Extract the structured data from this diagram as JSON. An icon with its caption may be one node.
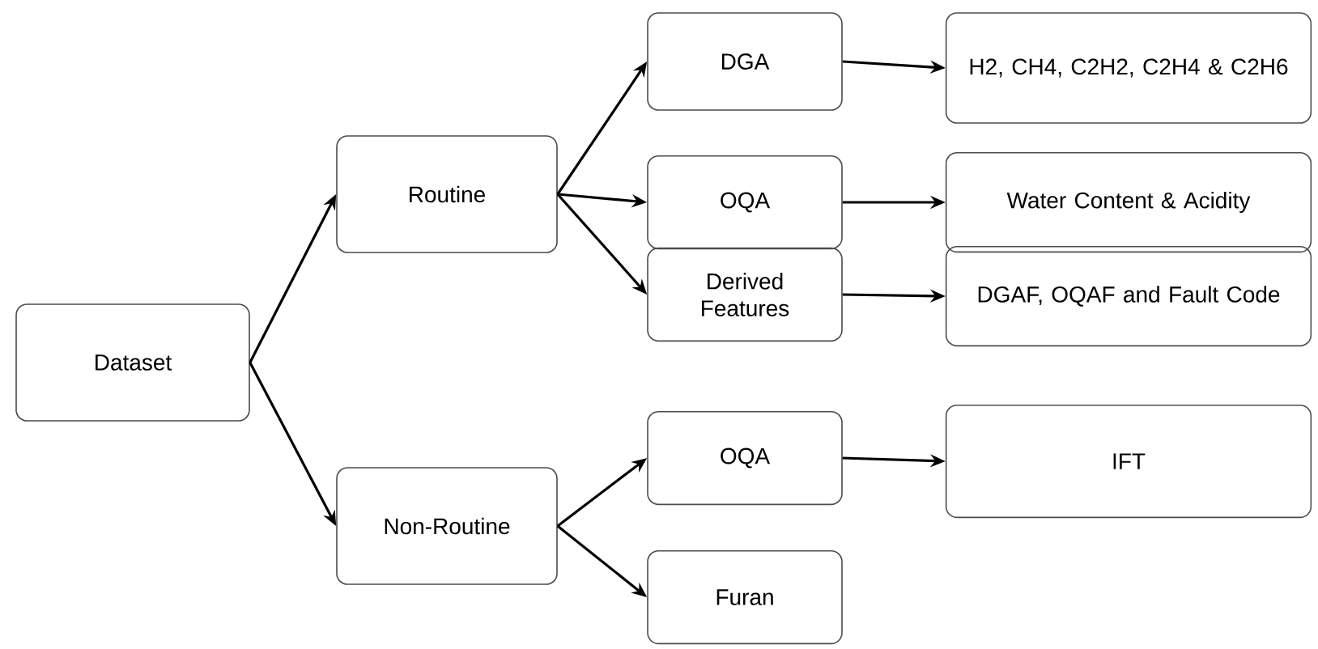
{
  "diagram": {
    "nodes": [
      {
        "text": [
          "Dataset"
        ]
      },
      {
        "text": [
          "Routine"
        ]
      },
      {
        "text": [
          "Non-Routine"
        ]
      },
      {
        "text": [
          "DGA"
        ]
      },
      {
        "text": [
          "OQA"
        ]
      },
      {
        "text": [
          "Derived Features"
        ]
      },
      {
        "text": [
          "OQA"
        ]
      },
      {
        "text": [
          "Furan"
        ]
      },
      {
        "text": [
          "H2, CH4, C2H2, C2H4 & C2H6"
        ]
      },
      {
        "text": [
          "Water Content & Acidity"
        ]
      },
      {
        "text": [
          "DGAF, OQAF and Fault Code"
        ]
      },
      {
        "text": [
          "IFT"
        ]
      }
    ],
    "edges": [
      {
        "from": 0,
        "to": 1,
        "arrow": "to"
      },
      {
        "from": 0,
        "to": 2,
        "arrow": "to"
      },
      {
        "from": 1,
        "to": 3,
        "arrow": "to"
      },
      {
        "from": 1,
        "to": 4,
        "arrow": "to"
      },
      {
        "from": 1,
        "to": 5,
        "arrow": "to"
      },
      {
        "from": 2,
        "to": 6,
        "arrow": "to"
      },
      {
        "from": 2,
        "to": 7,
        "arrow": "to"
      },
      {
        "from": 3,
        "to": 8,
        "arrow": "to"
      },
      {
        "from": 4,
        "to": 9,
        "arrow": "to"
      },
      {
        "from": 5,
        "to": 10,
        "arrow": "to"
      },
      {
        "from": 6,
        "to": 11,
        "arrow": "to"
      }
    ]
  }
}
